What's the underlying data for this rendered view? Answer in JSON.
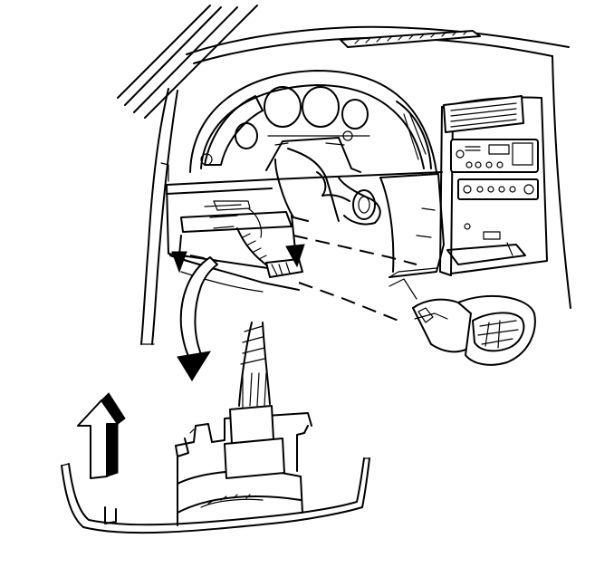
{
  "figure": {
    "kind": "service-illustration",
    "components": [
      "instrument-panel",
      "instrument-cluster",
      "steering-column",
      "wiring-connector",
      "knee-bolster-panel",
      "switch-module",
      "radio-console",
      "defroster-vent"
    ],
    "stroke_color": "#000000",
    "background_color": "#ffffff"
  }
}
